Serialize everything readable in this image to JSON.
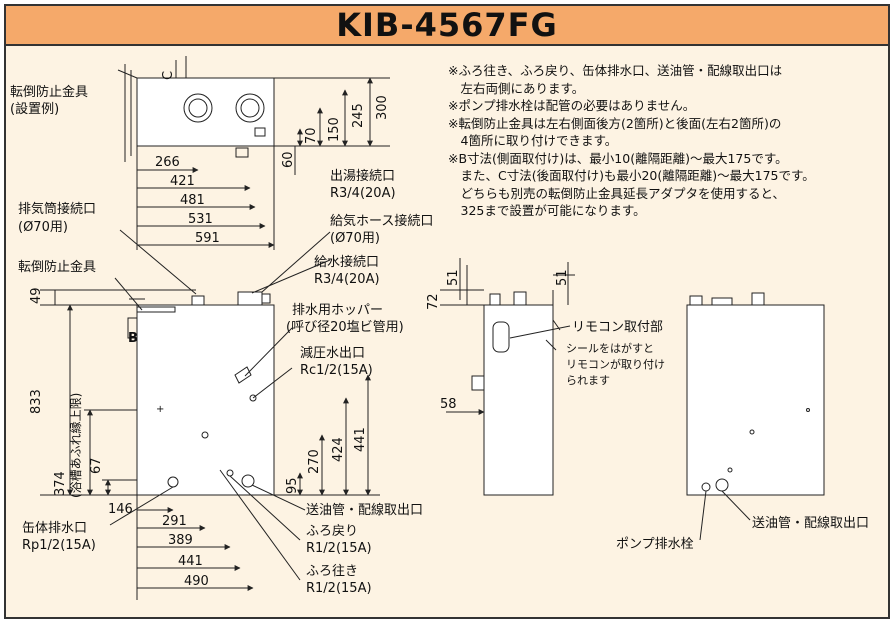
{
  "title": "KIB-4567FG",
  "colors": {
    "title_bar": "#f5a96a",
    "panel_bg": "#fdf3e3",
    "line": "#222222"
  },
  "notes": [
    "※ふろ往き、ふろ戻り、缶体排水口、送油管・配線取出口は",
    "　左右両側にあります。",
    "※ポンプ排水栓は配管の必要はありません。",
    "※転倒防止金具は左右側面後方(2箇所)と後面(左右2箇所)の",
    "　4箇所に取り付けできます。",
    "※B寸法(側面取付け)は、最小10(離隔距離)〜最大175です。",
    "　また、C寸法(後面取付け)も最小20(離隔距離)〜最大175です。",
    "　どちらも別売の転倒防止金具延長アダプタを使用すると、",
    "　325まで設置が可能になります。",
    ""
  ],
  "top_view": {
    "bracket_label": [
      "転倒防止金具",
      "(設置例)"
    ],
    "c_label": "C",
    "dims": [
      "266",
      "421",
      "481",
      "531",
      "591",
      "60",
      "70",
      "150",
      "245",
      "300"
    ]
  },
  "front_view": {
    "b_label": "B",
    "dims": [
      "49",
      "833",
      "374",
      "(浴槽あふれ縁上限)",
      "67",
      "146",
      "291",
      "389",
      "441",
      "490",
      "95",
      "270",
      "424",
      "441"
    ],
    "labels": {
      "exhaust": [
        "排気筒接続口",
        "(Ø70用)"
      ],
      "bracket": "転倒防止金具",
      "hot_outlet": [
        "出湯接続口",
        "R3/4(20A)"
      ],
      "intake_hose": [
        "給気ホース接続口",
        "(Ø70用)"
      ],
      "water_inlet": [
        "給水接続口",
        "R3/4(20A)"
      ],
      "hopper": [
        "排水用ホッパー",
        "(呼び径20塩ビ管用)"
      ],
      "pressure": [
        "減圧水出口",
        "Rc1/2(15A)"
      ],
      "oil_pipe": "送油管・配線取出口",
      "bath_return": [
        "ふろ戻り",
        "R1/2(15A)"
      ],
      "bath_supply": [
        "ふろ往き",
        "R1/2(15A)"
      ],
      "tank_drain": [
        "缶体排水口",
        "Rp1/2(15A)"
      ]
    }
  },
  "side_view": {
    "dims": [
      "51",
      "72",
      "51",
      "58"
    ],
    "remote_label": "リモコン取付部",
    "remote_note": [
      "シールをはがすと",
      "リモコンが取り付け",
      "られます"
    ]
  },
  "back_view": {
    "pump_drain": "ポンプ排水栓",
    "oil_pipe": "送油管・配線取出口"
  }
}
